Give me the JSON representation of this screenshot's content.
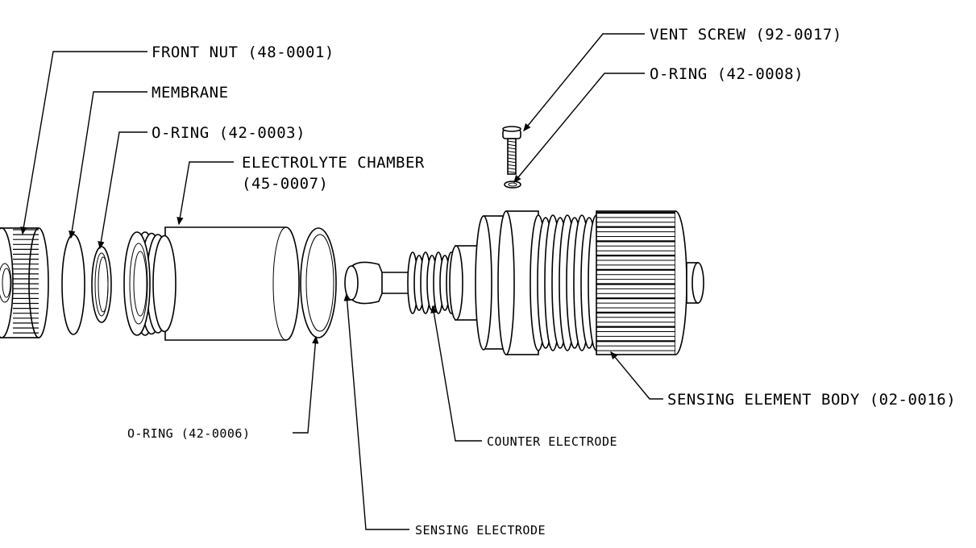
{
  "colors": {
    "ink": "#000000",
    "background": "#ffffff"
  },
  "labels": {
    "front_nut": "FRONT NUT (48-0001)",
    "membrane": "MEMBRANE",
    "o_ring_3": "O-RING (42-0003)",
    "electrolyte_chamber_line1": "ELECTROLYTE CHAMBER",
    "electrolyte_chamber_line2": "(45-0007)",
    "vent_screw": "VENT SCREW (92-0017)",
    "o_ring_8": "O-RING (42-0008)",
    "o_ring_6": "O-RING (42-0006)",
    "sensing_element_body": "SENSING ELEMENT BODY (02-0016)",
    "counter_electrode": "COUNTER ELECTRODE",
    "sensing_electrode": "SENSING ELECTRODE"
  }
}
